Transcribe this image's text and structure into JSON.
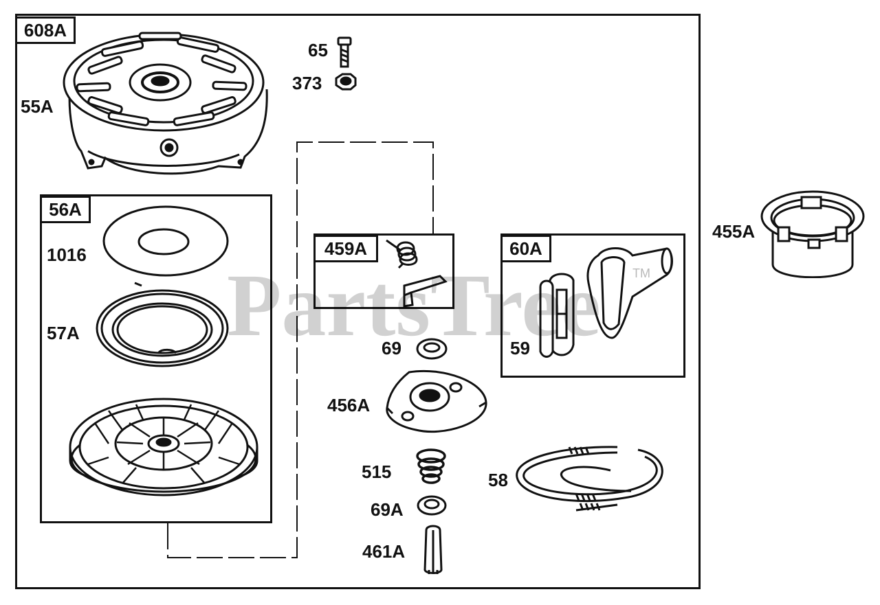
{
  "watermark": {
    "text": "PartsTree",
    "tm": "TM"
  },
  "groups": {
    "outer": "608A",
    "rewind": "56A",
    "dog": "459A",
    "handle": "60A"
  },
  "parts": {
    "p65": "65",
    "p373": "373",
    "p55A": "55A",
    "p1016": "1016",
    "p57A": "57A",
    "p69": "69",
    "p456A": "456A",
    "p515": "515",
    "p69A": "69A",
    "p461A": "461A",
    "p58": "58",
    "p59": "59",
    "p455A": "455A"
  }
}
